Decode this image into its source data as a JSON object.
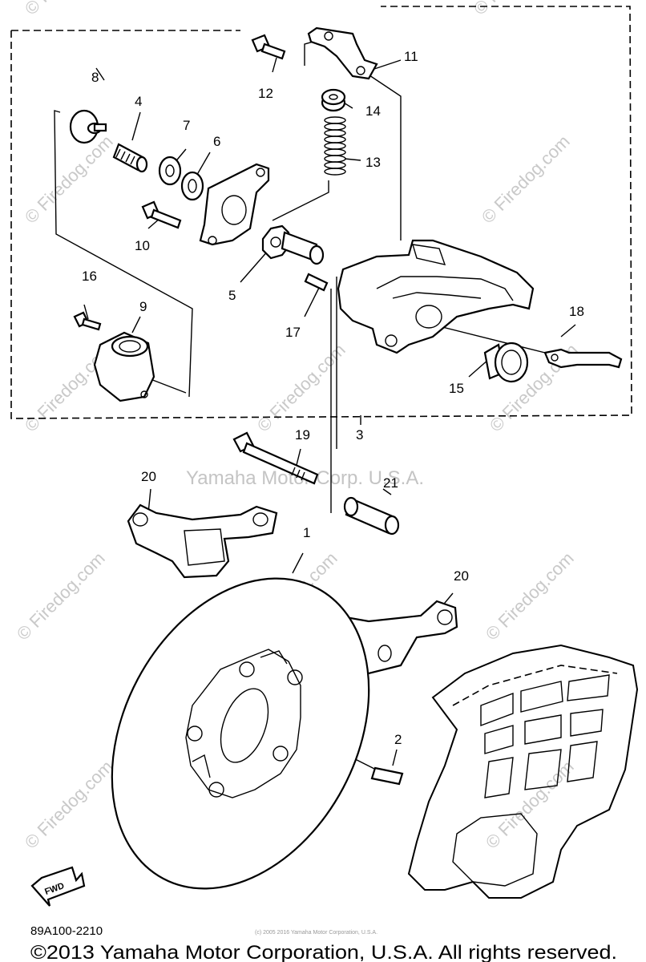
{
  "diagram": {
    "part_labels": {
      "p1": "1",
      "p2": "2",
      "p3": "3",
      "p4": "4",
      "p5": "5",
      "p6": "6",
      "p7": "7",
      "p8": "8",
      "p9": "9",
      "p10": "10",
      "p11": "11",
      "p12": "12",
      "p13": "13",
      "p14": "14",
      "p15": "15",
      "p16": "16",
      "p17": "17",
      "p18": "18",
      "p19": "19",
      "p20a": "20",
      "p20b": "20",
      "p21": "21"
    },
    "watermark_center": "Yamaha Motor Corp. U.S.A.",
    "watermark_side": "© Firedog.com",
    "watermark_tiny": "(c) 2005 2016 Yamaha Motor Corporation, U.S.A.",
    "diagram_code": "89A100-2210",
    "fwd_label": "FWD",
    "copyright": "©2013 Yamaha Motor Corporation, U.S.A. All rights reserved."
  }
}
